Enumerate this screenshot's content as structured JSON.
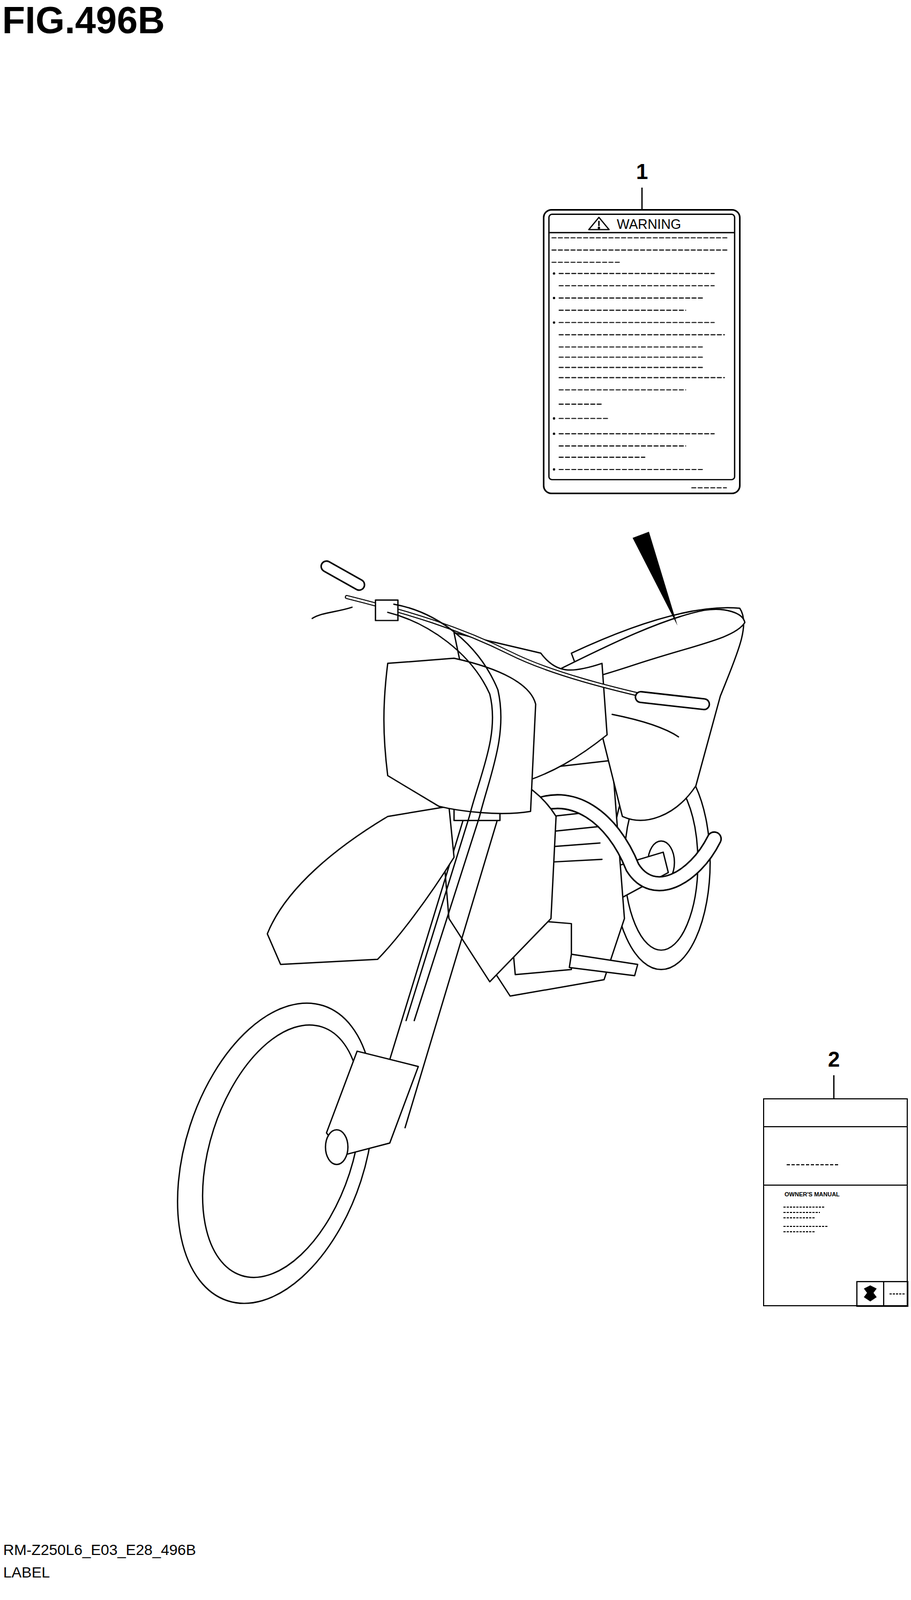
{
  "diagram": {
    "title": "FIG.496B",
    "nodes": [
      {
        "text": [
          "WARNING"
        ]
      },
      {
        "text": [
          "OWNER'S MANUAL"
        ]
      }
    ],
    "labels": [
      "1",
      "2",
      "RM-Z250L6_E03_E28_496B",
      "LABEL"
    ]
  }
}
